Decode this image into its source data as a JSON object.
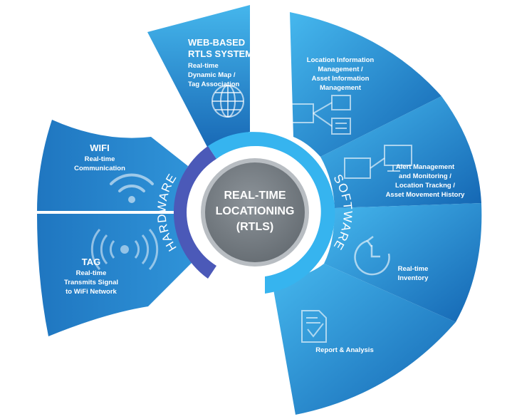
{
  "center": {
    "lines": [
      "REAL-TIME",
      "LOCATIONING",
      "(RTLS)"
    ]
  },
  "ring": {
    "hardware_label": "HARDWARE",
    "software_label": "SOFTWARE"
  },
  "colors": {
    "segment_light": "#3fb0ea",
    "segment_dark": "#1567b4",
    "hardware_ring": "#4b59b8",
    "software_ring": "#36b4ef",
    "center_fill": "#7a8187",
    "center_border": "#b8bdc2",
    "divider": "#ffffff"
  },
  "segments": {
    "web": {
      "title_lines": [
        "WEB-BASED",
        "RTLS SYSTEM"
      ],
      "text_lines": [
        "Real-time",
        "Dynamic Map /",
        "Tag Association"
      ],
      "icon": "globe-icon"
    },
    "location_info": {
      "text_lines": [
        "Location Information",
        "Management /",
        "Asset Information",
        "Management"
      ],
      "icon": "flowchart-icon"
    },
    "alert": {
      "text_lines": [
        "Alert Management",
        "and Monitoring /",
        "Location Trackng /",
        "Asset Movement History"
      ],
      "icon": "monitor-icon"
    },
    "inventory": {
      "text_lines": [
        "Real-time",
        "Inventory"
      ],
      "icon": "clock-icon"
    },
    "report": {
      "text_lines": [
        "Report & Analysis"
      ],
      "icon": "document-check-icon"
    },
    "wifi": {
      "title": "WIFI",
      "text_lines": [
        "Real-time",
        "Communication"
      ],
      "icon": "wifi-icon"
    },
    "tag": {
      "title": "TAG",
      "text_lines": [
        "Real-time",
        "Transmits Signal",
        "to WiFi Network"
      ],
      "icon": "signal-broadcast-icon"
    }
  }
}
